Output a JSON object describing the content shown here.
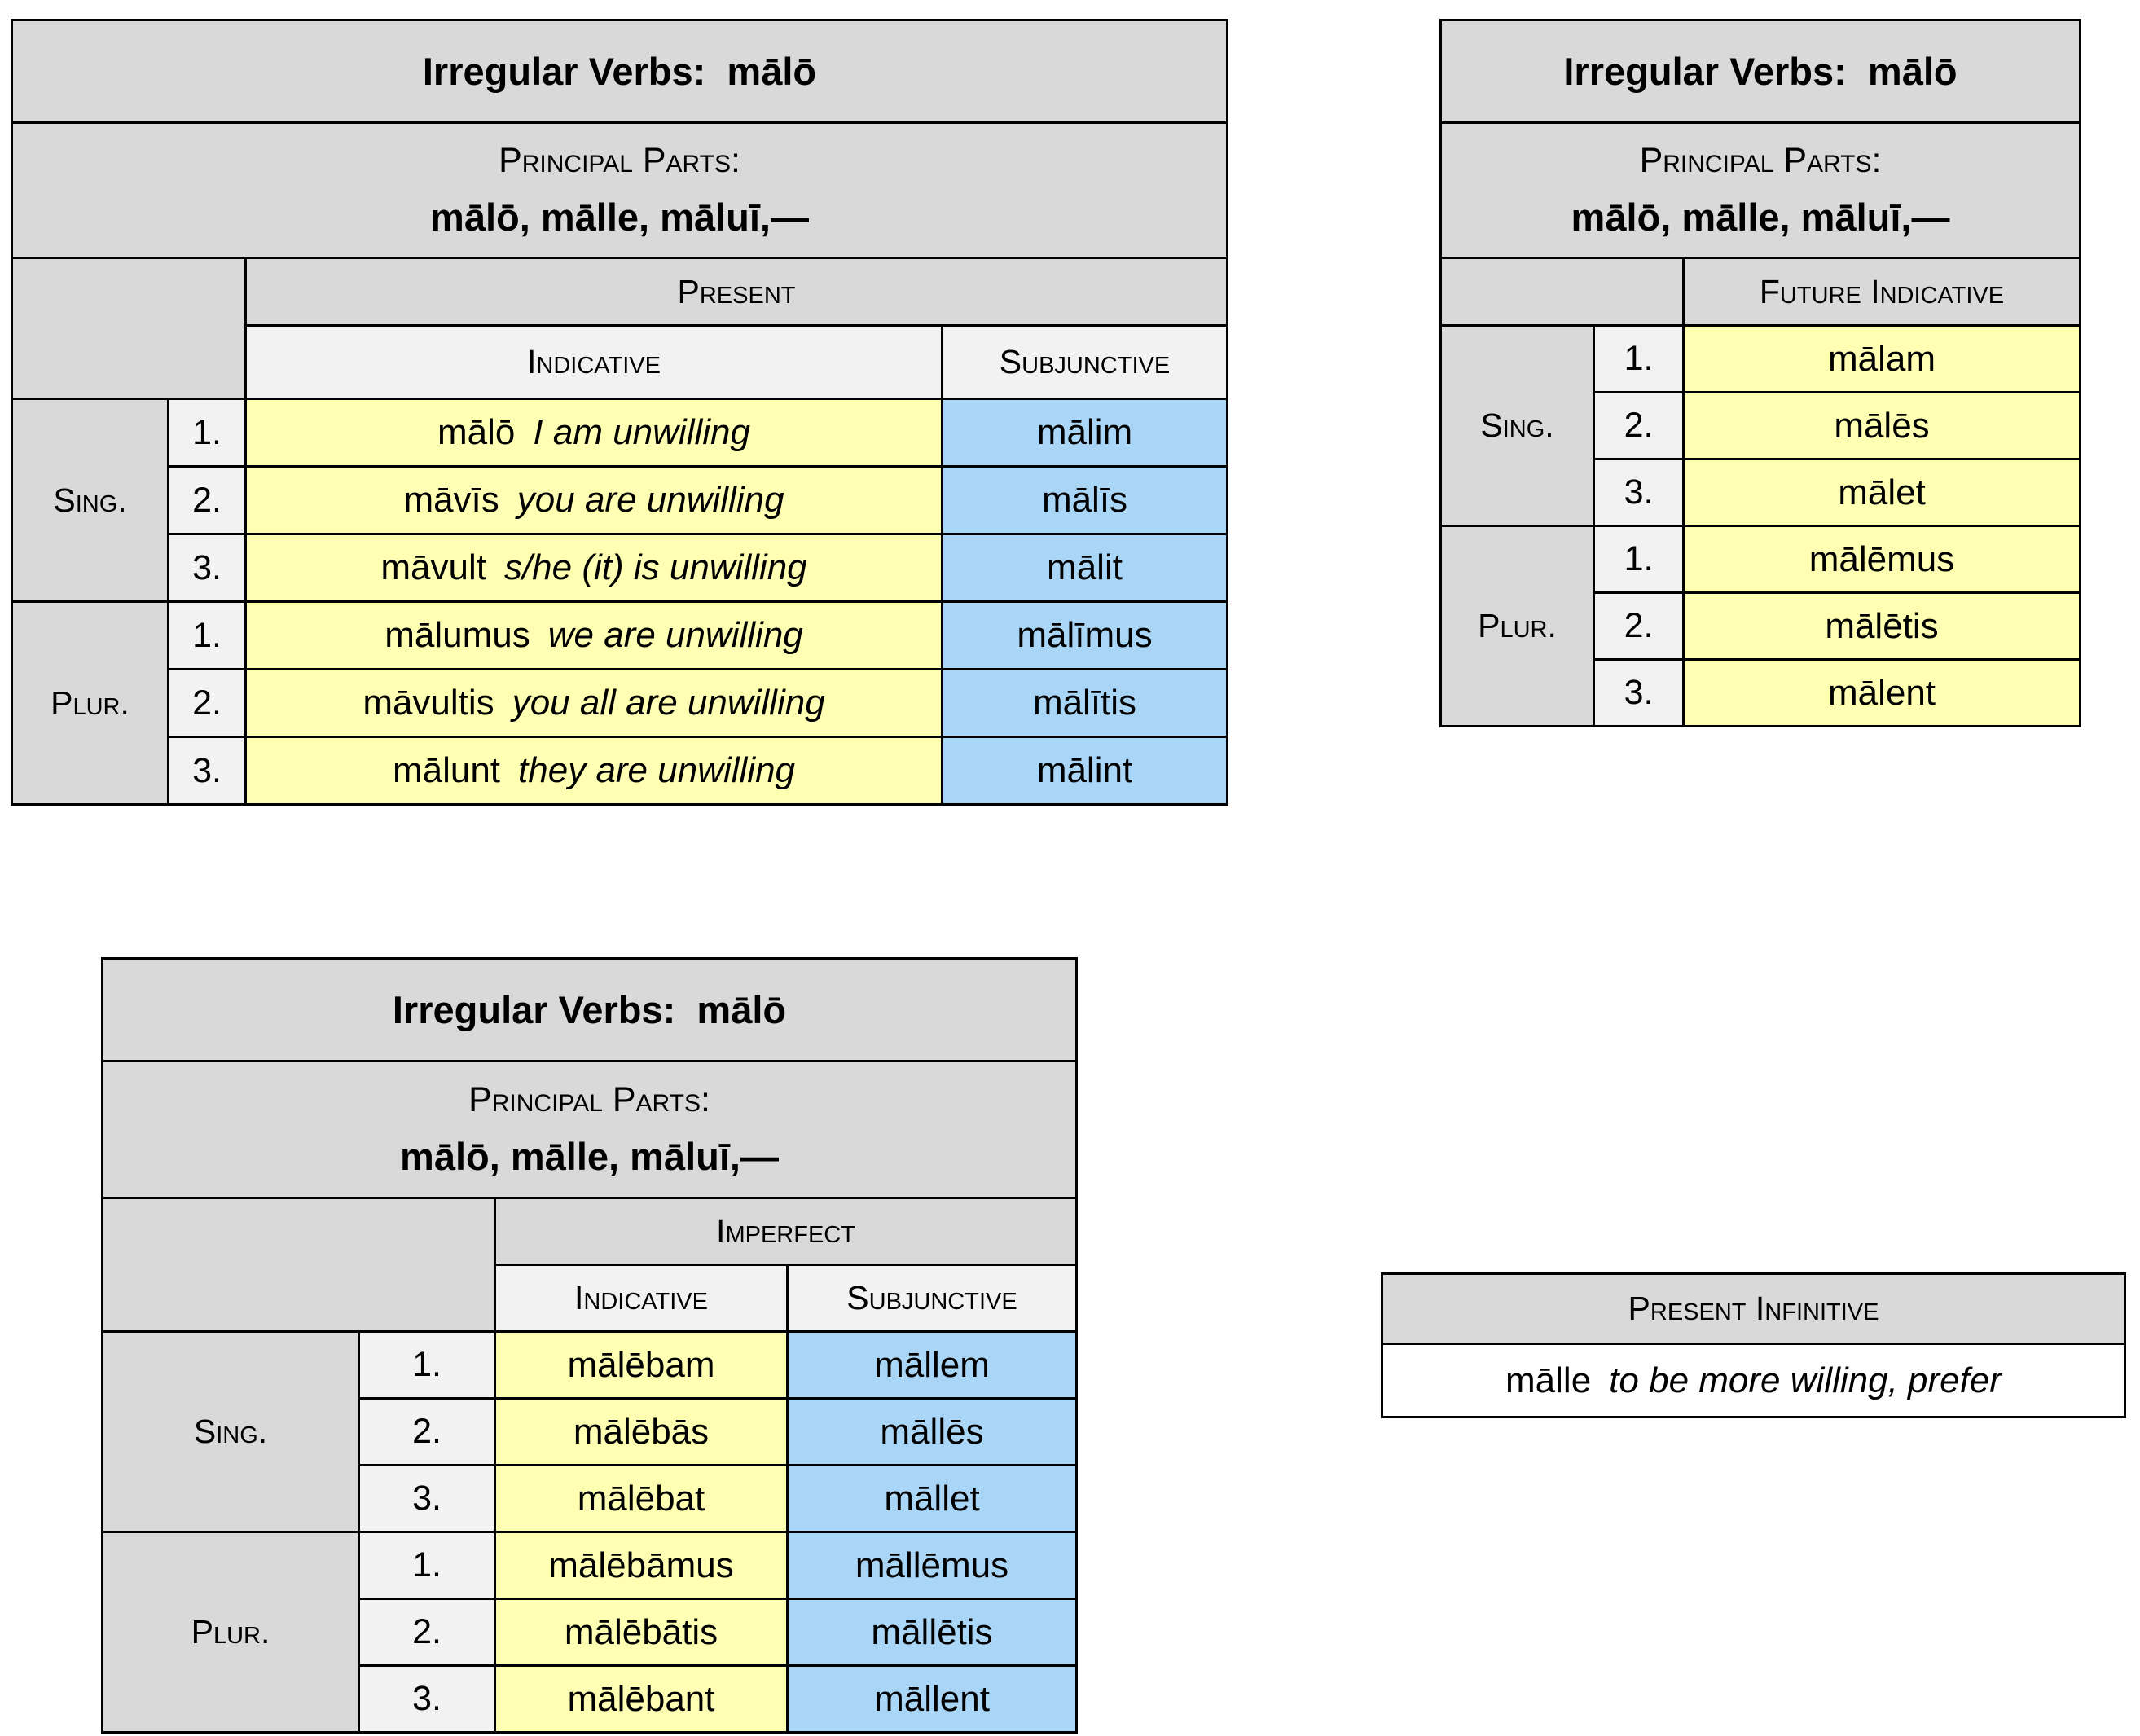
{
  "colors": {
    "header_gray": "#d9d9d9",
    "cell_light_gray": "#f2f2f2",
    "indicative_yellow": "#ffffb3",
    "subjunctive_blue": "#a9d5f6",
    "border_black": "#000000"
  },
  "present_table": {
    "title": "Irregular Verbs:  mālō",
    "pp_label": "Principal Parts:",
    "pp_forms": "mālō, mālle, māluī,—",
    "tense": "Present",
    "ind_header": "Indicative",
    "subj_header": "Subjunctive",
    "sing_label": "Sing.",
    "plur_label": "Plur.",
    "rows": [
      {
        "num": "1.",
        "latin": "mālō",
        "gloss": "I am unwilling",
        "subj": "mālim"
      },
      {
        "num": "2.",
        "latin": "māvīs",
        "gloss": "you are unwilling",
        "subj": "mālīs"
      },
      {
        "num": "3.",
        "latin": "māvult",
        "gloss": "s/he (it) is unwilling",
        "subj": "mālit"
      },
      {
        "num": "1.",
        "latin": "mālumus",
        "gloss": "we are unwilling",
        "subj": "mālīmus"
      },
      {
        "num": "2.",
        "latin": "māvultis",
        "gloss": "you all are unwilling",
        "subj": "mālītis"
      },
      {
        "num": "3.",
        "latin": "mālunt",
        "gloss": "they are unwilling",
        "subj": "mālint"
      }
    ]
  },
  "future_table": {
    "title": "Irregular Verbs:  mālō",
    "pp_label": "Principal Parts:",
    "pp_forms": "mālō, mālle, māluī,—",
    "tense": "Future Indicative",
    "sing_label": "Sing.",
    "plur_label": "Plur.",
    "rows": [
      {
        "num": "1.",
        "latin": "mālam"
      },
      {
        "num": "2.",
        "latin": "mālēs"
      },
      {
        "num": "3.",
        "latin": "mālet"
      },
      {
        "num": "1.",
        "latin": "mālēmus"
      },
      {
        "num": "2.",
        "latin": "mālētis"
      },
      {
        "num": "3.",
        "latin": "mālent"
      }
    ]
  },
  "imperfect_table": {
    "title": "Irregular Verbs:  mālō",
    "pp_label": "Principal Parts:",
    "pp_forms": "mālō, mālle, māluī,—",
    "tense": "Imperfect",
    "ind_header": "Indicative",
    "subj_header": "Subjunctive",
    "sing_label": "Sing.",
    "plur_label": "Plur.",
    "rows": [
      {
        "num": "1.",
        "ind": "mālēbam",
        "subj": "māllem"
      },
      {
        "num": "2.",
        "ind": "mālēbās",
        "subj": "māllēs"
      },
      {
        "num": "3.",
        "ind": "mālēbat",
        "subj": "māllet"
      },
      {
        "num": "1.",
        "ind": "mālēbāmus",
        "subj": "māllēmus"
      },
      {
        "num": "2.",
        "ind": "mālēbātis",
        "subj": "māllētis"
      },
      {
        "num": "3.",
        "ind": "mālēbant",
        "subj": "māllent"
      }
    ]
  },
  "infinitive": {
    "header": "Present Infinitive",
    "latin": "mālle",
    "gloss": "to be more willing, prefer"
  }
}
